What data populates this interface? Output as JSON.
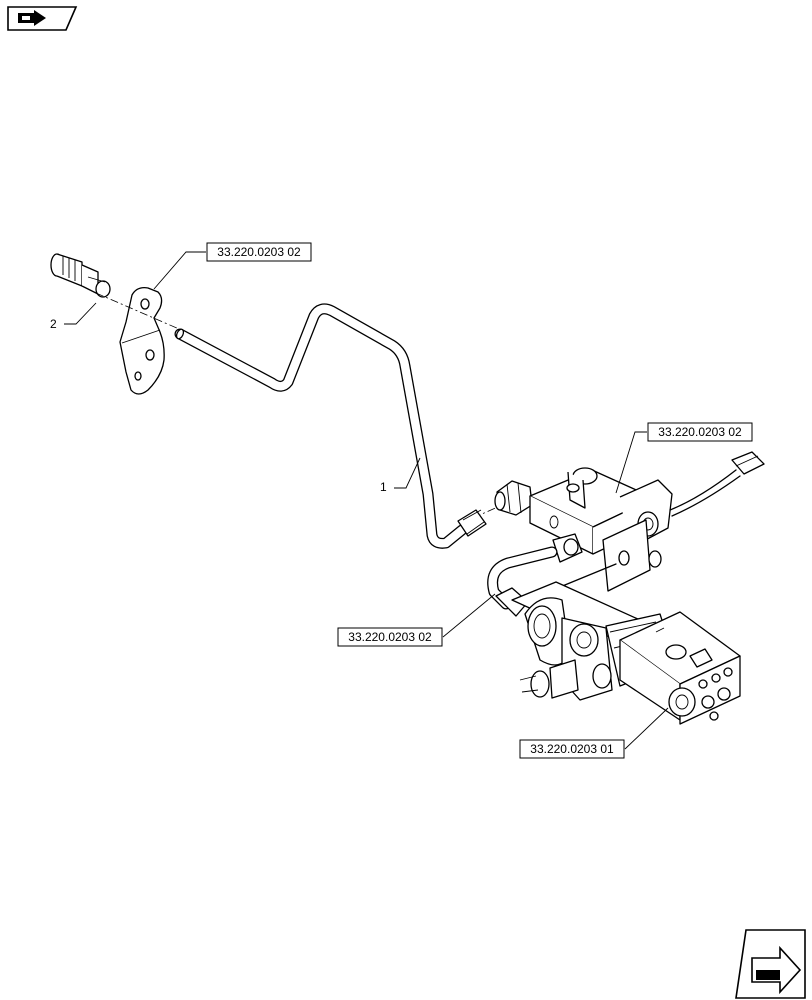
{
  "callouts": {
    "ref_top_left": "33.220.0203 02",
    "ref_right_upper": "33.220.0203 02",
    "ref_middle": "33.220.0203 02",
    "ref_bottom": "33.220.0203 01",
    "item_1": "1",
    "item_2": "2"
  },
  "icons": {
    "top_left": "previous-page-arrow-icon",
    "bottom_right": "next-page-arrow-icon"
  }
}
